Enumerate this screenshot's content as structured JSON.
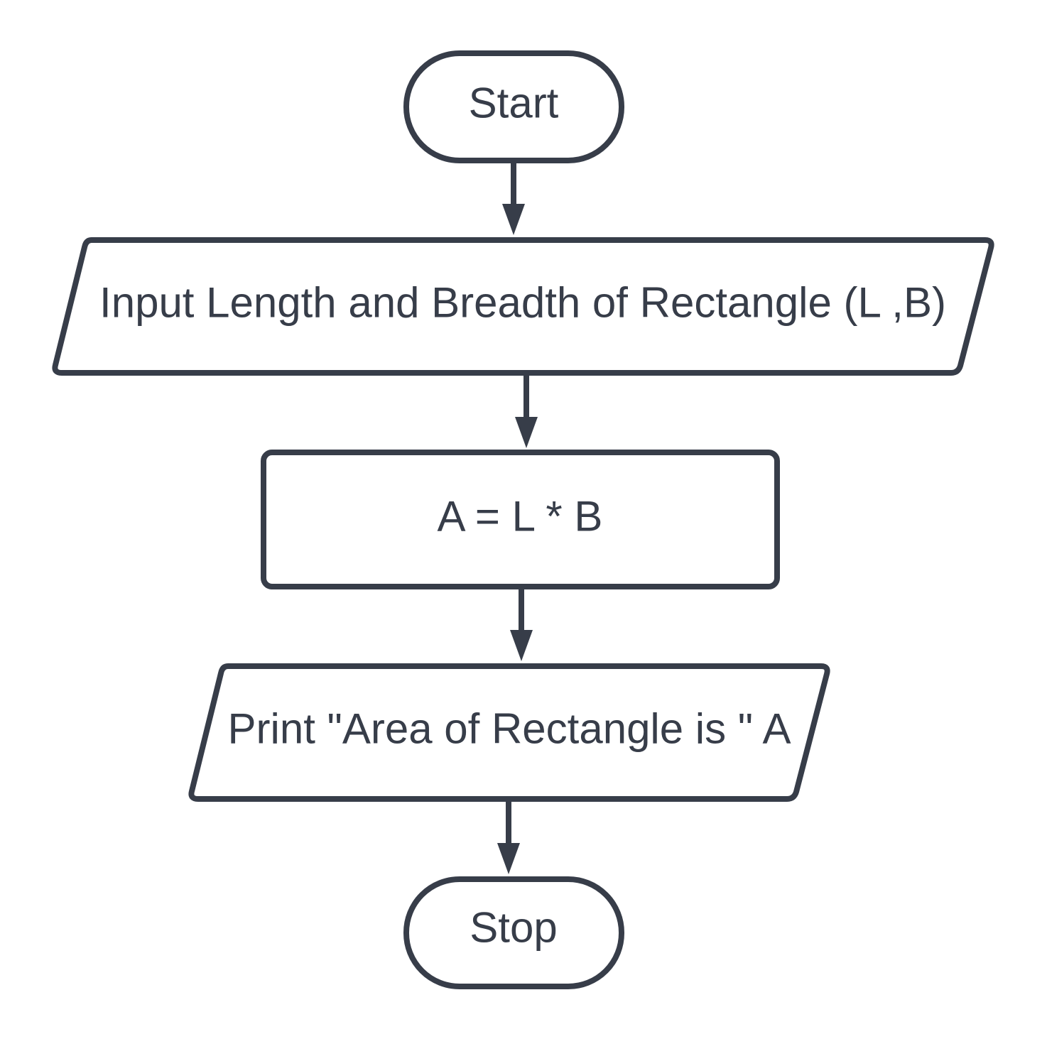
{
  "colors": {
    "stroke": "#373d49",
    "text": "#373d49",
    "fill": "#ffffff",
    "background": "#ffffff"
  },
  "nodes": {
    "start": {
      "kind": "terminator",
      "text": "Start"
    },
    "input": {
      "kind": "input-output",
      "text": "Input Length and Breadth of Rectangle (L ,B)"
    },
    "process": {
      "kind": "process",
      "text": "A = L * B"
    },
    "output": {
      "kind": "input-output",
      "text": "Print \"Area of Rectangle is \" A"
    },
    "stop": {
      "kind": "terminator",
      "text": "Stop"
    }
  },
  "edges": [
    {
      "from": "start",
      "to": "input"
    },
    {
      "from": "input",
      "to": "process"
    },
    {
      "from": "process",
      "to": "output"
    },
    {
      "from": "output",
      "to": "stop"
    }
  ]
}
